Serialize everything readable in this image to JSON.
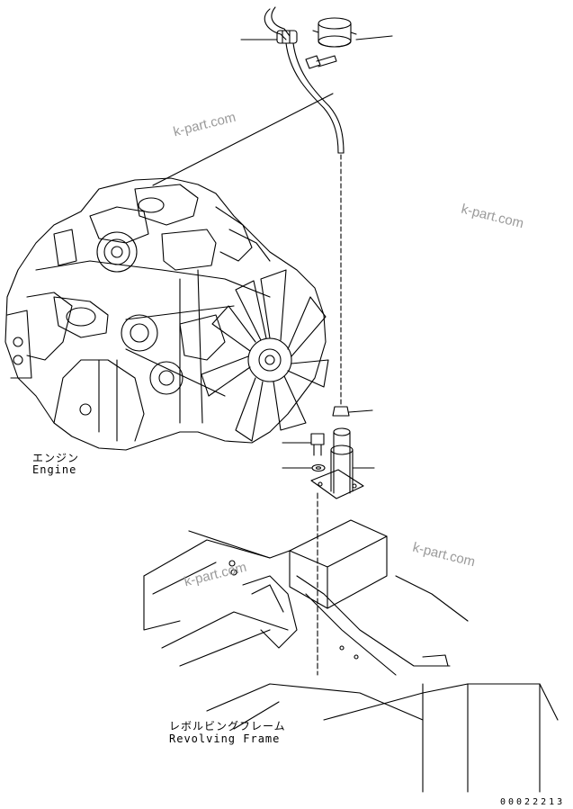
{
  "labels": {
    "engine_jp": "エンジン",
    "engine_en": "Engine",
    "frame_jp": "レボルビングフレーム",
    "frame_en": "Revolving Frame"
  },
  "watermarks": [
    "k-part.com",
    "k-part.com",
    "k-part.com",
    "k-part.com"
  ],
  "doc_id": "00022213",
  "colors": {
    "ink": "#000000",
    "watermark": "#9a9a9a",
    "background": "#ffffff"
  }
}
